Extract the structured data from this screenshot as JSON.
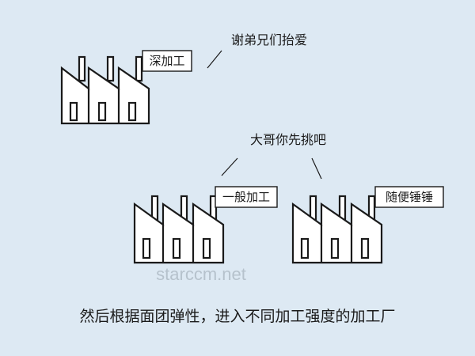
{
  "factories": [
    {
      "id": "top",
      "label": "深加工",
      "speech": "谢弟兄们抬爱"
    },
    {
      "id": "mid",
      "label": "一般加工"
    },
    {
      "id": "right",
      "label": "随便锤锤"
    }
  ],
  "shared_speech": "大哥你先挑吧",
  "watermark": "starccm.net",
  "caption": "然后根据面团弹性，进入不同加工强度的加工厂"
}
